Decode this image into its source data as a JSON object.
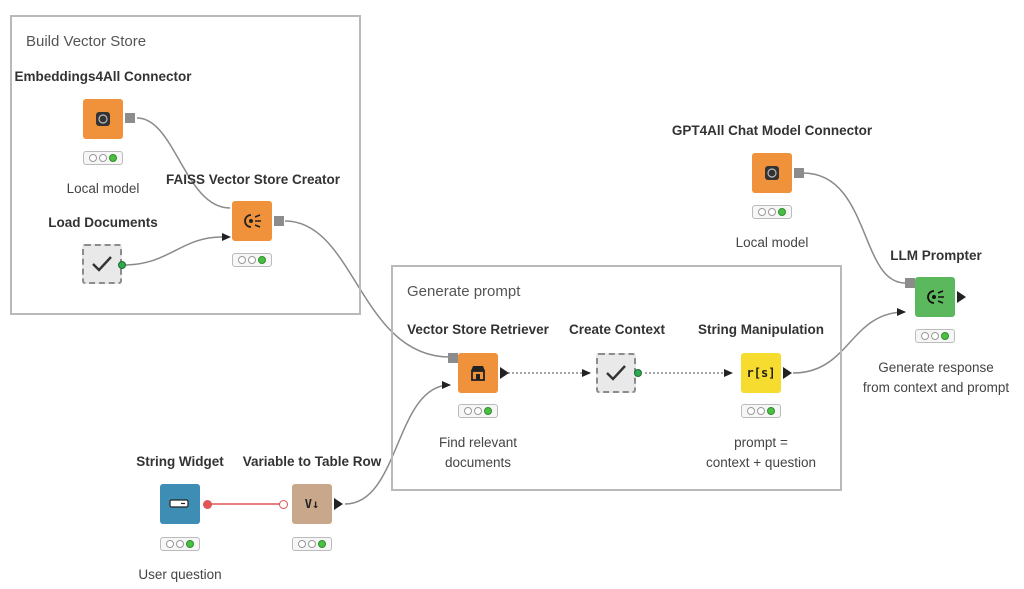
{
  "annotations": {
    "build_vector_store": "Build Vector Store",
    "generate_prompt": "Generate prompt"
  },
  "nodes": {
    "embeddings": {
      "title": "Embeddings4All Connector",
      "label": "Local model",
      "icon": "embeddings-connector-icon"
    },
    "load_docs": {
      "title": "Load Documents",
      "label": "",
      "icon": "checkmark-icon"
    },
    "faiss": {
      "title": "FAISS Vector Store Creator",
      "label": "",
      "icon": "vector-store-creator-icon"
    },
    "gpt4all": {
      "title": "GPT4All Chat Model Connector",
      "label": "Local model",
      "icon": "chat-model-connector-icon"
    },
    "llm_prompter": {
      "title": "LLM Prompter",
      "label_line1": "Generate response",
      "label_line2": "from context and prompt",
      "icon": "llm-prompter-icon"
    },
    "retriever": {
      "title": "Vector Store Retriever",
      "label_line1": "Find relevant",
      "label_line2": "documents",
      "icon": "retriever-icon"
    },
    "create_context": {
      "title": "Create Context",
      "label": "",
      "icon": "checkmark-icon"
    },
    "string_manip": {
      "title": "String Manipulation",
      "label_line1": "prompt =",
      "label_line2": "context + question",
      "icon_text": "r[s]"
    },
    "string_widget": {
      "title": "String Widget",
      "label": "User question",
      "icon": "text-input-icon"
    },
    "var_to_row": {
      "title": "Variable to Table Row",
      "label": "",
      "icon_text": "V↓"
    }
  },
  "colors": {
    "orange": "#f0913b",
    "yellow": "#f5dc2f",
    "green": "#5cb85c",
    "blue": "#3e8db5",
    "tan": "#c9a78a",
    "flow_var": "#e05555"
  }
}
